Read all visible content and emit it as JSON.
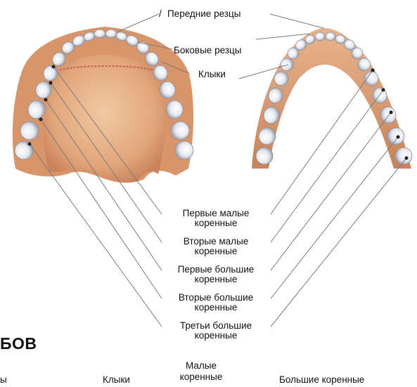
{
  "labels": {
    "divider_mark": "/",
    "front_incisors": "Передние  резцы",
    "side_incisors": "Боковые резцы",
    "canines": "Клыки",
    "first_small_molars_1": "Первые малые",
    "first_small_molars_2": "коренные",
    "second_small_molars_1": "Вторые малые",
    "second_small_molars_2": "коренные",
    "first_large_molars_1": "Первые большие",
    "first_large_molars_2": "коренные",
    "second_large_molars_1": "Вторые большие",
    "second_large_molars_2": "коренные",
    "third_large_molars_1": "Третьи большие",
    "third_large_molars_2": "коренные"
  },
  "heading": "БОВ",
  "bottom_row": {
    "col1": "ы",
    "col2": "Клыки",
    "col3_line1": "Малые",
    "col3_line2": "коренные",
    "col4": "Большие коренные"
  },
  "colors": {
    "gum": "#d9956a",
    "palate": "#e7b48d",
    "tooth": "#eef0f4",
    "tooth_shadow": "#9aa0ad",
    "leader": "#7a7a7a"
  }
}
